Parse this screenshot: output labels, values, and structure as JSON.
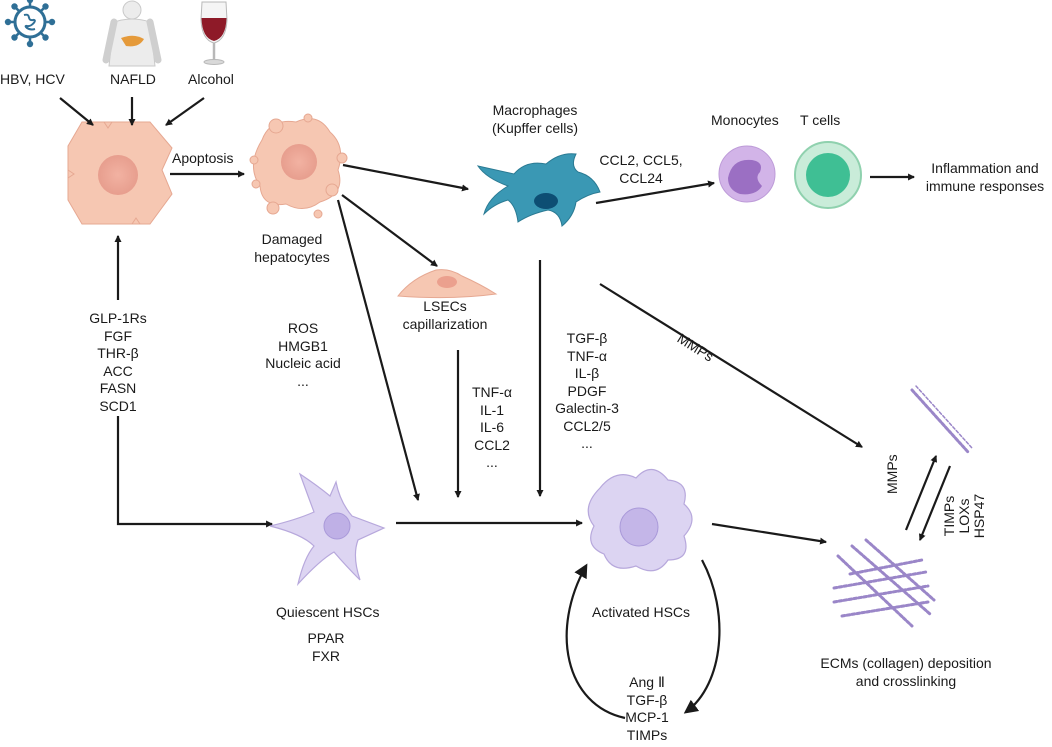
{
  "causes": {
    "viral": "HBV, HCV",
    "nafld": "NAFLD",
    "alcohol": "Alcohol"
  },
  "processes": {
    "apoptosis": "Apoptosis"
  },
  "cells": {
    "damaged_hepatocytes": [
      "Damaged",
      "hepatocytes"
    ],
    "macrophages": [
      "Macrophages",
      "(Kupffer cells)"
    ],
    "monocytes": "Monocytes",
    "t_cells": "T cells",
    "lsecs": [
      "LSECs",
      "capillarization"
    ],
    "quiescent_hscs": "Quiescent HSCs",
    "activated_hscs": "Activated  HSCs"
  },
  "outcomes": {
    "inflammation": [
      "Inflammation and",
      "immune responses"
    ],
    "ecm": [
      "ECMs (collagen) deposition",
      "and crosslinking"
    ]
  },
  "factors": {
    "chemokines": [
      "CCL2, CCL5,",
      "CCL24"
    ],
    "therapy_targets": [
      "GLP-1Rs",
      "FGF",
      "THR-β",
      "ACC",
      "FASN",
      "SCD1"
    ],
    "damage_signals": [
      "ROS",
      "HMGB1",
      "Nucleic acid",
      "..."
    ],
    "lsec_signals": [
      "TNF-α",
      "IL-1",
      "IL-6",
      "CCL2",
      "..."
    ],
    "macrophage_signals": [
      "TGF-β",
      "TNF-α",
      "IL-β",
      "PDGF",
      "Galectin-3",
      "CCL2/5",
      "..."
    ],
    "mmps_main": "MMPs",
    "mmps_small": "MMPs",
    "ecm_regulators": [
      "TIMPs",
      "LOXs",
      "HSP47"
    ],
    "quiescent_receptors": [
      "PPAR",
      "FXR"
    ],
    "autocrine": [
      "Ang Ⅱ",
      "TGF-β",
      "MCP-1",
      "TIMPs"
    ]
  },
  "colors": {
    "hepatocyte": "#f5c2ac",
    "nucleus_pink": "#eea898",
    "macrophage": "#3a98b4",
    "monocyte": "#c9a6e0",
    "t_cell": "#3fbf94",
    "hsc": "#d9d1f0",
    "collagen": "#9a86c8",
    "virus": "#2f6f96",
    "arrow": "#1a1a1a"
  }
}
